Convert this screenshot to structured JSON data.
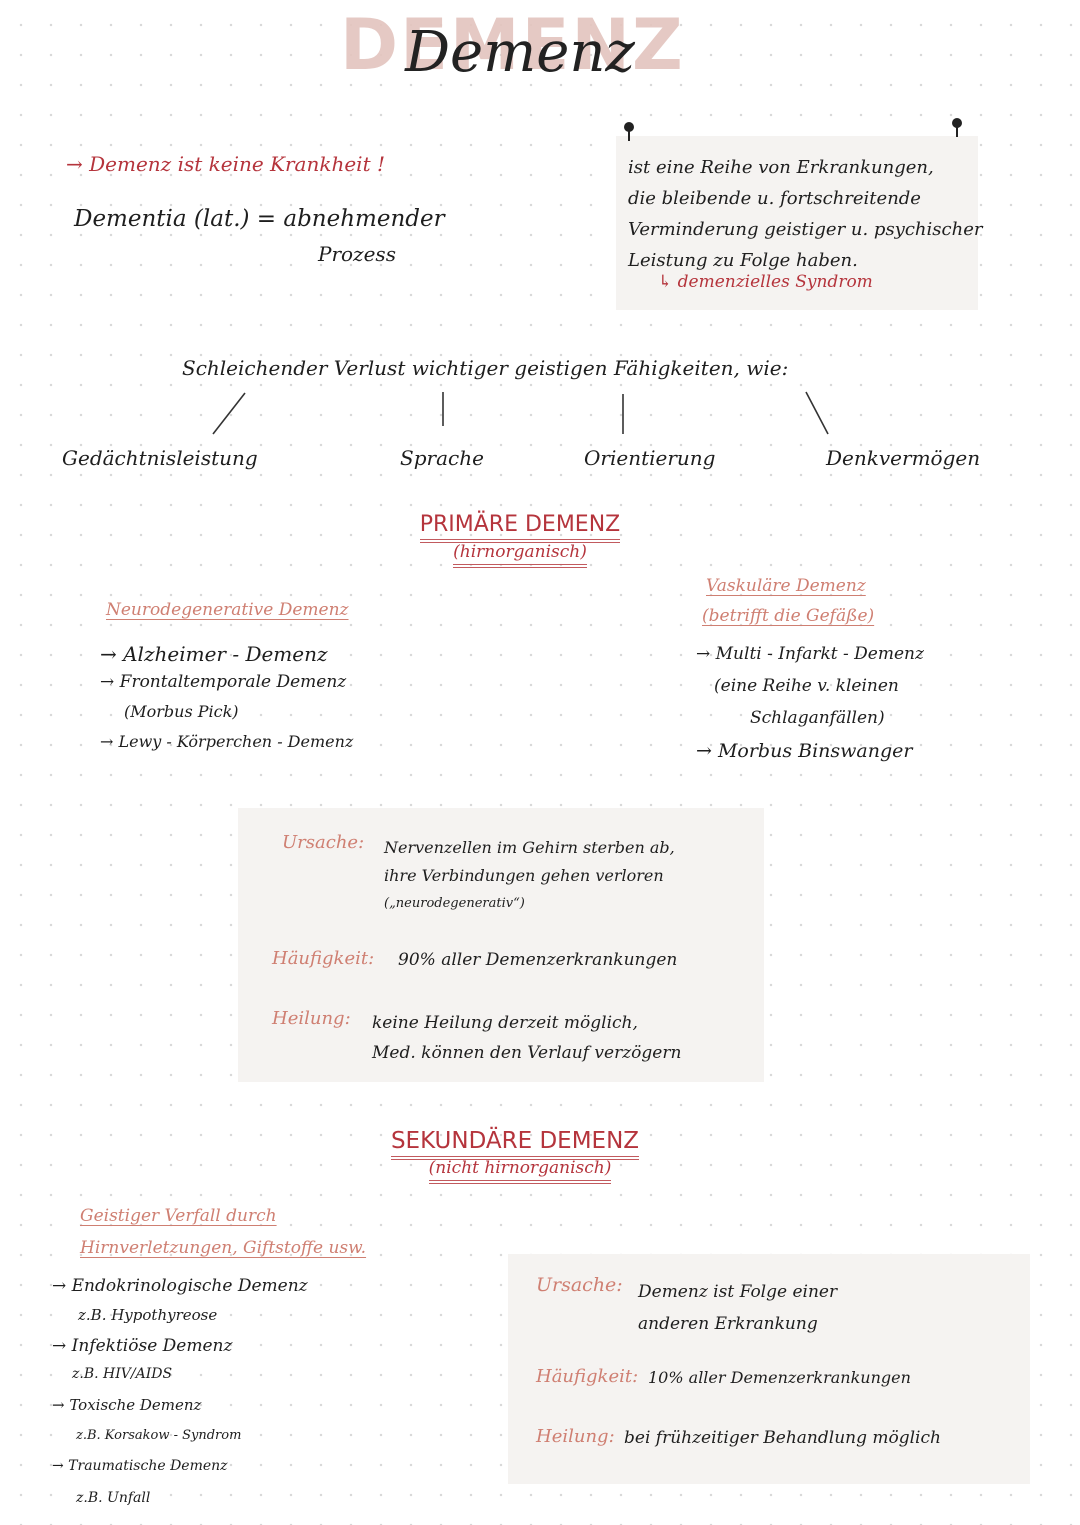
{
  "title": {
    "block": "DEMENZ",
    "script": "Demenz"
  },
  "intro": {
    "note": "→ Demenz ist keine Krankheit !",
    "dementia_def": "Dementia (lat.) = abnehmender",
    "dementia_def2": "Prozess"
  },
  "definition_box": {
    "lines": [
      "ist eine Reihe von Erkrankungen,",
      "die bleibende u. fortschreitende",
      "Verminderung geistiger u. psychischer",
      "Leistung zu Folge haben."
    ],
    "result": "↳ demenzielles Syndrom"
  },
  "loss": {
    "heading": "Schleichender Verlust wichtiger geistigen Fähigkeiten, wie:",
    "items": [
      "Gedächtnisleistung",
      "Sprache",
      "Orientierung",
      "Denkvermögen"
    ]
  },
  "primary": {
    "title": "PRIMÄRE DEMENZ",
    "subtitle": "(hirnorganisch)",
    "neuro": {
      "title": "Neurodegenerative Demenz",
      "items": [
        "→ Alzheimer - Demenz",
        "→ Frontaltemporale Demenz",
        "(Morbus Pick)",
        "→ Lewy - Körperchen - Demenz"
      ]
    },
    "vascular": {
      "title": "Vaskuläre Demenz",
      "subtitle": "(betrifft die Gefäße)",
      "items": [
        "→ Multi - Infarkt - Demenz",
        "(eine Reihe v. kleinen",
        "Schlaganfällen)",
        "→ Morbus Binswanger"
      ]
    },
    "facts": {
      "cause_label": "Ursache:",
      "cause_lines": [
        "Nervenzellen im Gehirn sterben ab,",
        "ihre Verbindungen gehen verloren",
        "(„neurodegenerativ“)"
      ],
      "freq_label": "Häufigkeit:",
      "freq_value": "90% aller Demenzerkrankungen",
      "heal_label": "Heilung:",
      "heal_lines": [
        "keine Heilung derzeit möglich,",
        "Med. können den Verlauf verzögern"
      ]
    }
  },
  "secondary": {
    "title": "SEKUNDÄRE DEMENZ",
    "subtitle": "(nicht hirnorganisch)",
    "cause_title": [
      "Geistiger Verfall durch",
      "Hirnverletzungen, Giftstoffe usw."
    ],
    "items": [
      "→ Endokrinologische Demenz",
      "z.B. Hypothyreose",
      "→ Infektiöse Demenz",
      "z.B. HIV/AIDS",
      "→ Toxische Demenz",
      "z.B. Korsakow - Syndrom",
      "→ Traumatische Demenz",
      "z.B. Unfall"
    ],
    "facts": {
      "cause_label": "Ursache:",
      "cause_lines": [
        "Demenz ist Folge einer",
        "anderen Erkrankung"
      ],
      "freq_label": "Häufigkeit:",
      "freq_value": "10% aller Demenzerkrankungen",
      "heal_label": "Heilung:",
      "heal_value": "bei frühzeitiger Behandlung möglich"
    }
  }
}
